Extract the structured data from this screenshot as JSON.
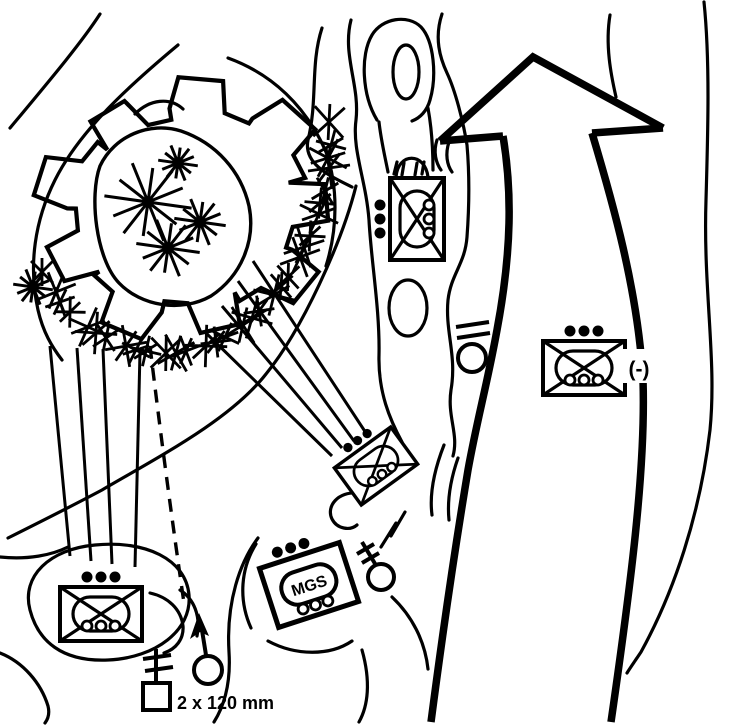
{
  "figure": {
    "kind": "military-tactical-sketch",
    "description": "Hand-drawn platoon attack overlay: strongpoint objective on hilltop with wire obstacles, support-by-fire fans, mortar position and axis-of-advance arrow",
    "palette": {
      "ink": "#000000",
      "background": "#ffffff"
    }
  },
  "labels": {
    "mgs": "MGS",
    "mortar_caliber": "2 x 120 mm",
    "reduced_strength": "(-)"
  },
  "symbols": [
    {
      "name": "objective-strongpoint",
      "detail": "gear-shaped strongpoint outline on hill contours with star obstacle bursts and wire-obstacle band"
    },
    {
      "name": "infantry-platoon-north",
      "detail": "mechanized(wheeled) infantry platoon symbol, rotated facing west, 3 echelon dots"
    },
    {
      "name": "infantry-platoon-east-reduced",
      "detail": "mechanized(wheeled) infantry platoon symbol with (-) reduced marker"
    },
    {
      "name": "infantry-platoon-center",
      "detail": "mechanized(wheeled) infantry platoon symbol rotated toward objective"
    },
    {
      "name": "infantry-platoon-southwest",
      "detail": "mechanized(wheeled) infantry platoon symbol in support-by-fire position on hill"
    },
    {
      "name": "mgs-platoon",
      "detail": "Mobile Gun System platoon symbol, tilted, wheeled, 3 echelon dots"
    },
    {
      "name": "mortar-symbol-center",
      "detail": "mortar: circle with staff and two crossbars"
    },
    {
      "name": "mortar-position-south",
      "detail": "mortar firing position: square with staff, two crossbars, circle with up arrow, labeled 2 x 120 mm"
    },
    {
      "name": "axis-of-advance-arrow",
      "detail": "large hollow arrow pointing north"
    },
    {
      "name": "support-by-fire-fans",
      "detail": "straight fire-fan lines from objective to both support-by-fire positions"
    },
    {
      "name": "mortar-fire-dashed-line",
      "detail": "dashed trajectory line from objective to mortar position"
    },
    {
      "name": "section-position-marker",
      "detail": "two parallel bars over a circle beside axis arrow"
    }
  ]
}
